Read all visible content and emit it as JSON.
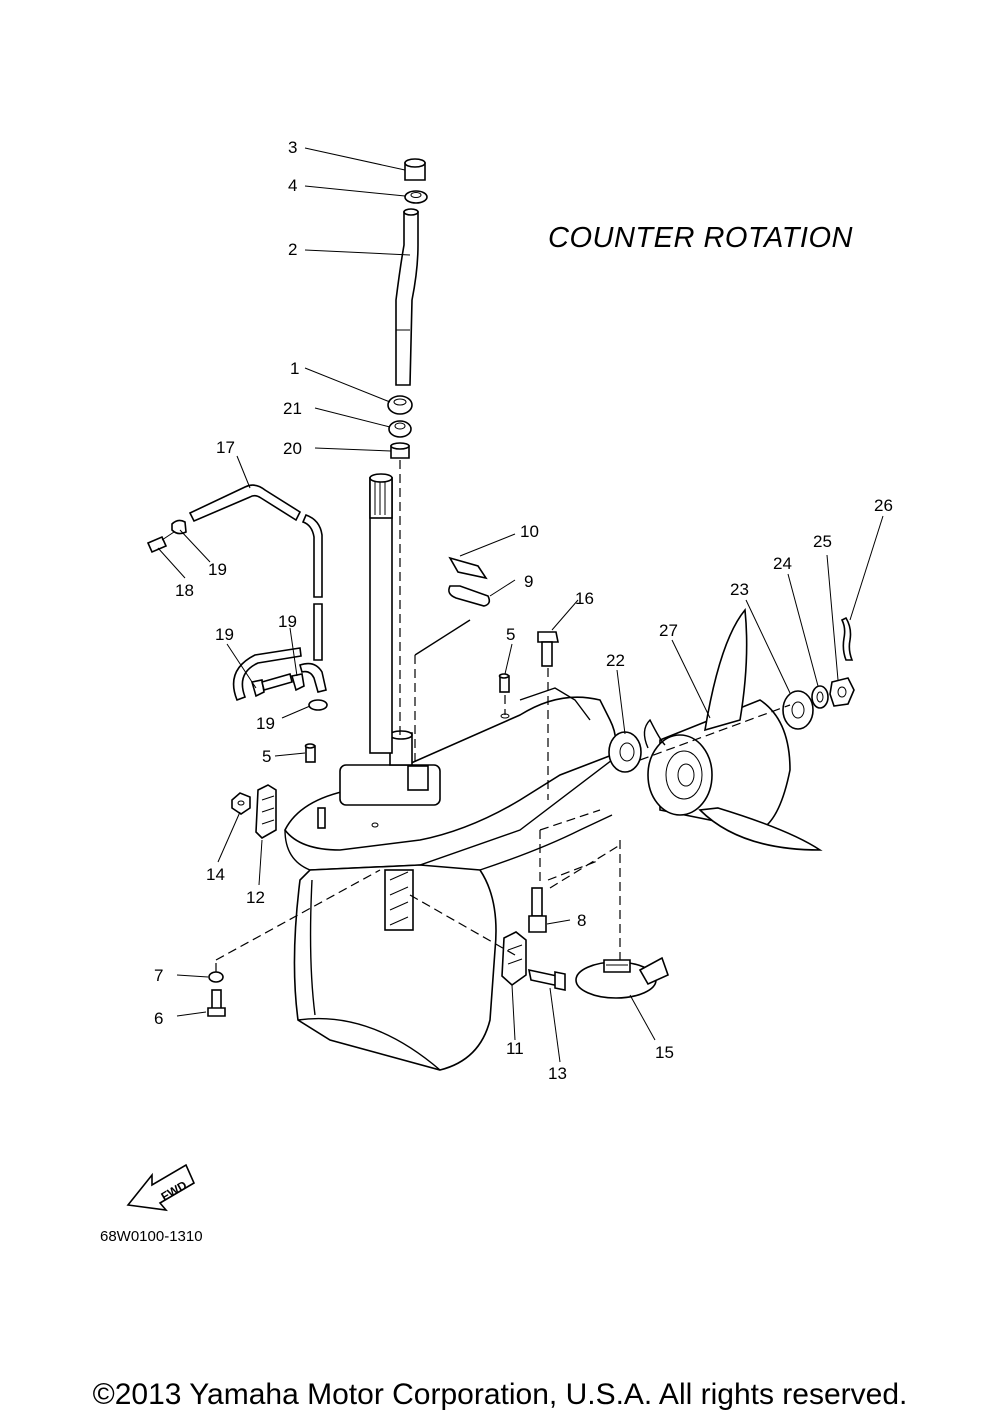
{
  "heading": "COUNTER ROTATION",
  "diagram_code": "68W0100-1310",
  "fwd_label": "FWD",
  "copyright": "©2013 Yamaha Motor Corporation, U.S.A. All rights reserved.",
  "callouts": {
    "c1": "1",
    "c2": "2",
    "c3": "3",
    "c4": "4",
    "c5a": "5",
    "c5b": "5",
    "c6": "6",
    "c7": "7",
    "c8": "8",
    "c9": "9",
    "c10": "10",
    "c11": "11",
    "c12": "12",
    "c13": "13",
    "c14": "14",
    "c15": "15",
    "c16": "16",
    "c17": "17",
    "c18": "18",
    "c19a": "19",
    "c19b": "19",
    "c19c": "19",
    "c19d": "19",
    "c20": "20",
    "c21": "21",
    "c22": "22",
    "c23": "23",
    "c24": "24",
    "c25": "25",
    "c26": "26",
    "c27": "27"
  }
}
